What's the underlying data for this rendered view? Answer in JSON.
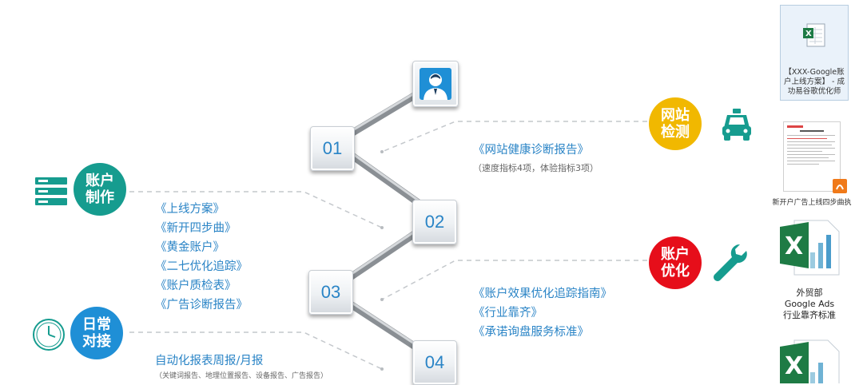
{
  "steps": [
    "01",
    "02",
    "03",
    "04"
  ],
  "badges": {
    "account_setup": "账户制作",
    "daily_connect": "日常对接",
    "site_check": "网站检测",
    "account_optimize": "账户优化"
  },
  "left_docs": [
    "《上线方案》",
    "《新开四步曲》",
    "《黄金账户》",
    "《二七优化追踪》",
    "《账户质检表》",
    "《广告诊断报告》"
  ],
  "report": {
    "label": "自动化报表周报/月报",
    "note": "（关键词报告、地理位置报告、设备报告、广告报告）"
  },
  "site_report": {
    "title": "《网站健康诊断报告》",
    "note": "（速度指标4项，体验指标3项）"
  },
  "optimize_docs": [
    "《账户效果优化追踪指南》",
    "《行业靠齐》",
    "《承诺询盘服务标准》"
  ],
  "files": {
    "file1": "【XXX-Google账户上线方案】 - 成功易谷歌优化师",
    "file2": "新开户广告上线四步曲执",
    "file3_line1": "外贸部",
    "file3_line2": "Google Ads",
    "file3_line3": "行业靠齐标准"
  },
  "icons": {
    "list": "list-icon",
    "clock": "clock-icon",
    "car": "car-icon",
    "wrench": "wrench-icon",
    "avatar": "user-avatar-icon"
  },
  "colors": {
    "teal": "#169c8f",
    "yellow": "#f1b800",
    "red": "#e60e1a",
    "blue": "#1f8fd6",
    "link": "#2a84c6"
  }
}
